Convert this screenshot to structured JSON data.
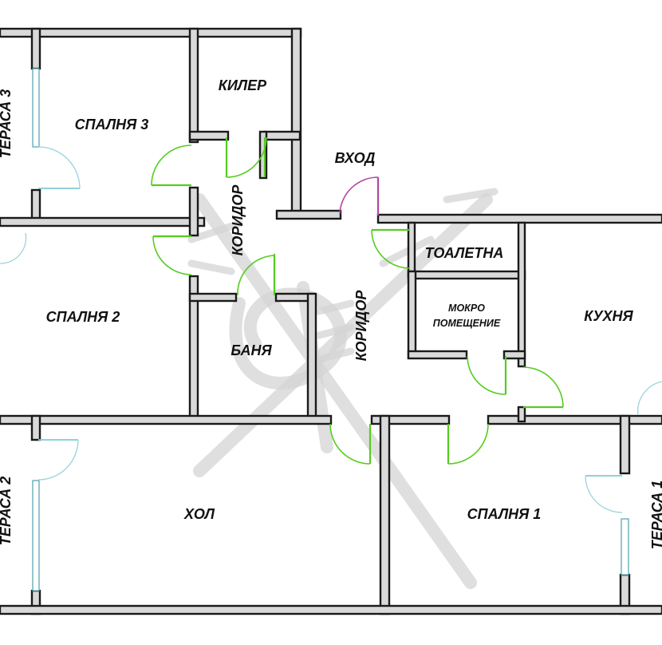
{
  "plan": {
    "rooms": {
      "bedroom3": "СПАЛНЯ 3",
      "closet": "КИЛЕР",
      "entrance": "ВХОД",
      "corridor_upper": "КОРИДОР",
      "terrace3": "ТЕРАСА 3",
      "bedroom2": "СПАЛНЯ 2",
      "toilet": "ТОАЛЕТНА",
      "wet_room_line1": "МОКРО",
      "wet_room_line2": "ПОМЕЩЕНИЕ",
      "kitchen": "КУХНЯ",
      "bathroom": "БАНЯ",
      "corridor_lower": "КОРИДОР",
      "living_room": "ХОЛ",
      "bedroom1": "СПАЛНЯ 1",
      "terrace2": "ТЕРАСА 2",
      "terrace1": "ТЕРАСА 1"
    },
    "colors": {
      "wall_fill": "#d9d9d9",
      "wall_outline": "#1a1a1a",
      "interior_door": "#55cc22",
      "entrance_door": "#b5469e",
      "window": "#7fc9d4",
      "watermark": "#d4d4d4"
    }
  }
}
